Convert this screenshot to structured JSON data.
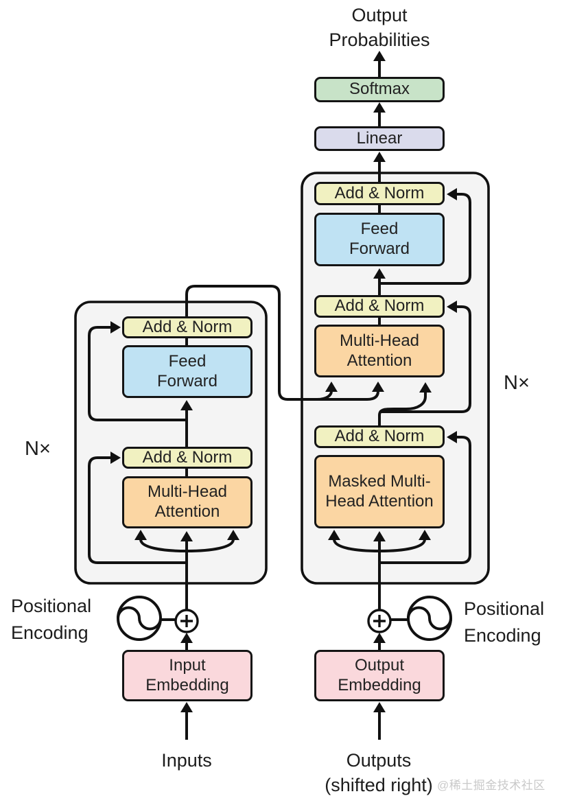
{
  "diagram": {
    "title": "Output Probabilities",
    "output_head": {
      "softmax": "Softmax",
      "linear": "Linear"
    },
    "encoder": {
      "repeat": "N×",
      "add_norm_top": "Add & Norm",
      "feed_forward": "Feed Forward",
      "add_norm_bottom": "Add & Norm",
      "attention": "Multi-Head Attention",
      "embedding": "Input Embedding",
      "input_label": "Inputs",
      "positional_encoding": "Positional Encoding"
    },
    "decoder": {
      "repeat": "N×",
      "add_norm_top": "Add & Norm",
      "feed_forward": "Feed Forward",
      "add_norm_mid": "Add & Norm",
      "attention": "Multi-Head Attention",
      "add_norm_bottom": "Add & Norm",
      "masked_attention": "Masked Multi-Head Attention",
      "embedding": "Output Embedding",
      "output_label": "Outputs",
      "output_note": "(shifted right)",
      "positional_encoding": "Positional Encoding"
    },
    "watermark": "@稀土掘金技术社区",
    "colors": {
      "softmax": "#c8e3c8",
      "linear": "#dadbec",
      "add_norm": "#f1f1c1",
      "feed_forward": "#bfe2f3",
      "attention": "#fbd6a3",
      "embedding": "#fad8dc",
      "block_bg": "#f4f4f4",
      "line": "#111111",
      "watermark_color": "#c9c9c9"
    }
  }
}
